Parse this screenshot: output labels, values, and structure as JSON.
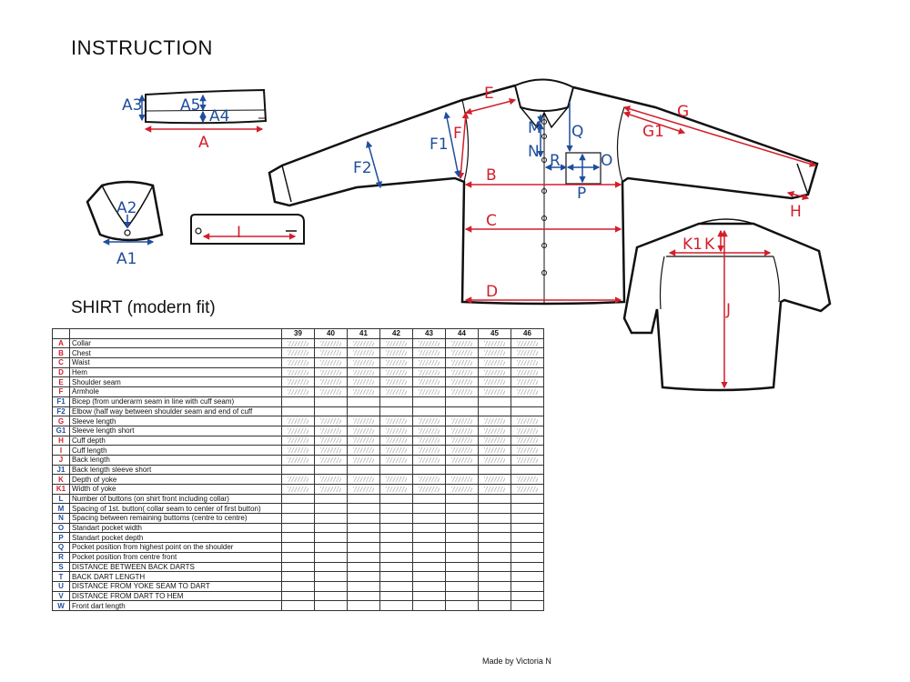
{
  "title": "INSTRUCTION",
  "subtitle": "SHIRT (modern fit)",
  "credit": "Made by Victoria N",
  "labels": {
    "A": "A",
    "A1": "A1",
    "A2": "A2",
    "A3": "A3",
    "A4": "A4",
    "A5": "A5",
    "I": "I",
    "E": "E",
    "F": "F",
    "F1": "F1",
    "F2": "F2",
    "B": "B",
    "C": "C",
    "D": "D",
    "G": "G",
    "G1": "G1",
    "H": "H",
    "M": "M",
    "N": "N",
    "Q": "Q",
    "R": "R",
    "O": "O",
    "P": "P",
    "J": "J",
    "K": "K",
    "K1": "K1"
  },
  "table": {
    "sizes": [
      "39",
      "40",
      "41",
      "42",
      "43",
      "44",
      "45",
      "46"
    ],
    "rows": [
      {
        "code": "A",
        "desc": "Collar",
        "color": "red",
        "filled": true
      },
      {
        "code": "B",
        "desc": "Chest",
        "color": "red",
        "filled": true
      },
      {
        "code": "C",
        "desc": "Waist",
        "color": "red",
        "filled": true
      },
      {
        "code": "D",
        "desc": "Hem",
        "color": "red",
        "filled": true
      },
      {
        "code": "E",
        "desc": "Shoulder seam",
        "color": "red",
        "filled": true
      },
      {
        "code": "F",
        "desc": "Armhole",
        "color": "red",
        "filled": true
      },
      {
        "code": "F1",
        "desc": "Bicep (from underarm seam in line with cuff seam)",
        "color": "blue",
        "filled": false
      },
      {
        "code": "F2",
        "desc": "Elbow (half way between shoulder seam and end of cuff",
        "color": "blue",
        "filled": false
      },
      {
        "code": "G",
        "desc": "Sleeve length",
        "color": "red",
        "filled": true
      },
      {
        "code": "G1",
        "desc": "Sleeve length short",
        "color": "blue",
        "filled": true
      },
      {
        "code": "H",
        "desc": "Cuff depth",
        "color": "red",
        "filled": true
      },
      {
        "code": "I",
        "desc": "Cuff length",
        "color": "red",
        "filled": true
      },
      {
        "code": "J",
        "desc": "Back length",
        "color": "red",
        "filled": true
      },
      {
        "code": "J1",
        "desc": "Back length sleeve short",
        "color": "blue",
        "filled": false
      },
      {
        "code": "K",
        "desc": "Depth of yoke",
        "color": "red",
        "filled": true
      },
      {
        "code": "K1",
        "desc": "Width of yoke",
        "color": "red",
        "filled": true
      },
      {
        "code": "L",
        "desc": "Number of buttons (on shirt  front including collar)",
        "color": "blue",
        "filled": false
      },
      {
        "code": "M",
        "desc": "Spacing of 1st. button( collar seam to center of first button)",
        "color": "blue",
        "filled": false
      },
      {
        "code": "N",
        "desc": "Spacing between remaining  buttoms (centre to centre)",
        "color": "blue",
        "filled": false
      },
      {
        "code": "O",
        "desc": "Standart pocket width",
        "color": "blue",
        "filled": false
      },
      {
        "code": "P",
        "desc": "Standart pocket depth",
        "color": "blue",
        "filled": false
      },
      {
        "code": "Q",
        "desc": "Pocket position from  highest  point  on the shoulder",
        "color": "blue",
        "filled": false
      },
      {
        "code": "R",
        "desc": "Pocket position from centre front",
        "color": "blue",
        "filled": false
      },
      {
        "code": "S",
        "desc": "DISTANCE BETWEEN BACK DARTS",
        "color": "blue",
        "filled": false
      },
      {
        "code": "T",
        "desc": "BACK DART LENGTH",
        "color": "blue",
        "filled": false
      },
      {
        "code": "U",
        "desc": "DISTANCE FROM YOKE SEAM TO DART",
        "color": "blue",
        "filled": false
      },
      {
        "code": "V",
        "desc": "DISTANCE FROM DART TO HEM",
        "color": "blue",
        "filled": false
      },
      {
        "code": "W",
        "desc": "Front dart length",
        "color": "blue",
        "filled": false
      }
    ]
  },
  "colors": {
    "red": "#d21f2b",
    "blue": "#1f4e9c"
  }
}
